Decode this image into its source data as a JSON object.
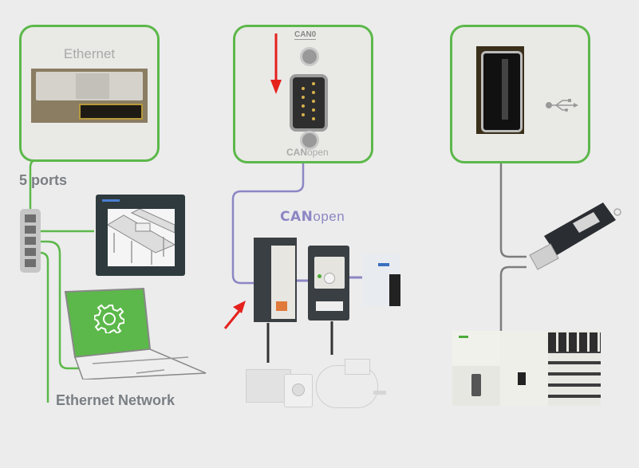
{
  "diagram": {
    "title": "Controller communication ports overview",
    "colors": {
      "background": "#ececec",
      "ethernet_line": "#5cb84a",
      "canopen_line": "#8c86c4",
      "usb_line": "#7d7d7d",
      "panel_border": "#5cb84a",
      "arrow": "#e5211d",
      "label_text": "#7a7f84"
    },
    "ethernet_panel": {
      "port_label": "Ethernet",
      "icon": "ethernet-port"
    },
    "canopen_panel": {
      "port_label": "CAN0",
      "brand_bold": "CAN",
      "brand_light": "open",
      "icon": "db9-connector"
    },
    "usb_panel": {
      "icon": "usb-port",
      "symbol": "usb-symbol-icon"
    },
    "ethernet_network": {
      "switch_label": "5 ports",
      "switch_port_count": 5,
      "network_label": "Ethernet Network",
      "devices": [
        "HMI touch panel",
        "Laptop with configuration software"
      ],
      "laptop_icon": "gear-icon"
    },
    "canopen_network": {
      "bus_label_bold": "CAN",
      "bus_label_light": "open",
      "devices": [
        "Servo drive",
        "Variable speed drive",
        "I/O module"
      ],
      "motors": [
        "Servo motor",
        "Asynchronous motor"
      ]
    },
    "usb_connection": {
      "devices": [
        "USB flash drive",
        "Modular controller"
      ]
    }
  }
}
